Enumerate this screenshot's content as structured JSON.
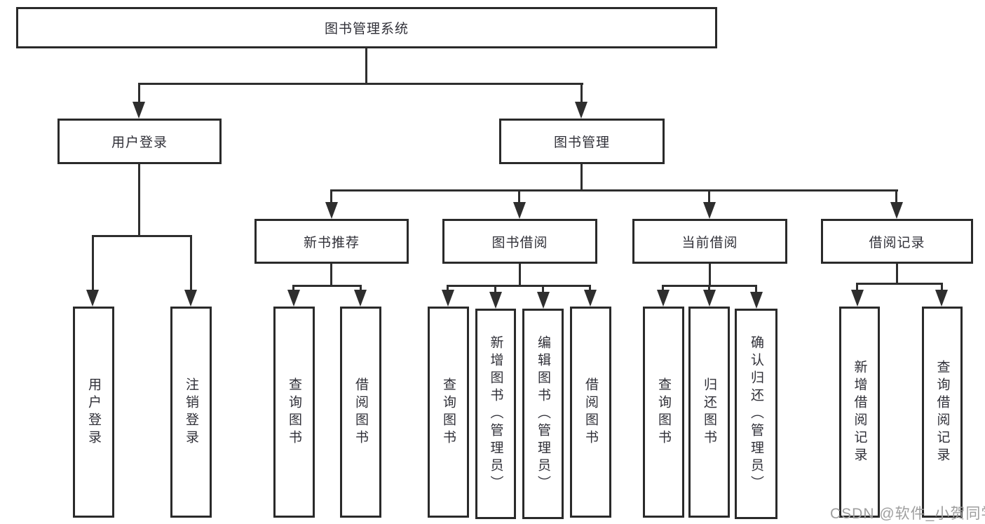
{
  "diagram": {
    "title": "图书管理系统",
    "root": {
      "label": "图书管理系统"
    },
    "level2": [
      {
        "id": "user-login",
        "label": "用户登录"
      },
      {
        "id": "book-management",
        "label": "图书管理"
      }
    ],
    "level3": [
      {
        "id": "new-book-recommend",
        "parent": "book-management",
        "label": "新书推荐"
      },
      {
        "id": "book-borrow",
        "parent": "book-management",
        "label": "图书借阅"
      },
      {
        "id": "current-borrow",
        "parent": "book-management",
        "label": "当前借阅"
      },
      {
        "id": "borrow-records",
        "parent": "book-management",
        "label": "借阅记录"
      }
    ],
    "leaves": {
      "user_login": [
        {
          "label": "用户登录"
        },
        {
          "label": "注销登录"
        }
      ],
      "new_book_recommend": [
        {
          "label": "查询图书"
        },
        {
          "label": "借阅图书"
        }
      ],
      "book_borrow": [
        {
          "label": "查询图书"
        },
        {
          "label": "新增图书（管理员）"
        },
        {
          "label": "编辑图书（管理员）"
        },
        {
          "label": "借阅图书"
        }
      ],
      "current_borrow": [
        {
          "label": "查询图书"
        },
        {
          "label": "归还图书"
        },
        {
          "label": "确认归还（管理员）"
        }
      ],
      "borrow_records": [
        {
          "label": "新增借阅记录"
        },
        {
          "label": "查询借阅记录"
        }
      ]
    }
  },
  "watermark": {
    "text": "CSDN @软件_小贺同学",
    "color": "#9e9e9e"
  },
  "colors": {
    "line": "#2e2e2e",
    "border": "#2a2a2a",
    "text": "#303038",
    "background": "#ffffff"
  }
}
